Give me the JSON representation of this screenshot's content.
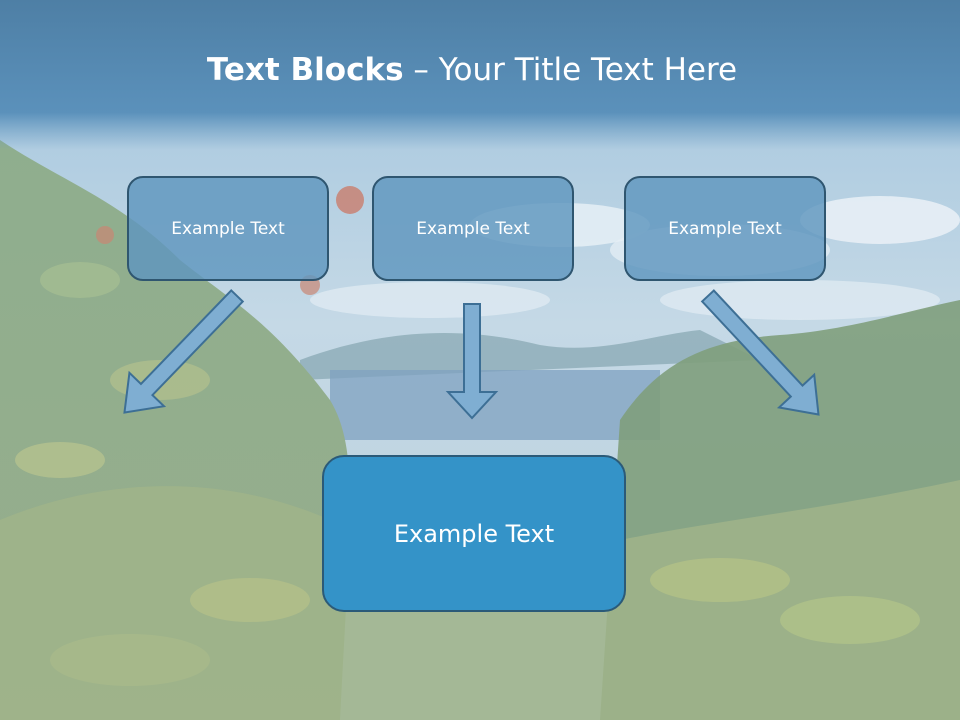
{
  "slide": {
    "title_bold": "Text Blocks",
    "title_dash": " – ",
    "title_rest": "Your Title Text Here"
  },
  "diagram": {
    "top_boxes": [
      {
        "label": "Example Text"
      },
      {
        "label": "Example Text"
      },
      {
        "label": "Example Text"
      }
    ],
    "center_box": {
      "label": "Example Text"
    }
  },
  "colors": {
    "title_band": "#4f86ae",
    "box_fill": "#6a9fc6",
    "box_border": "#2f5670",
    "center_fill": "#3493c8",
    "arrow_fill": "#7faed2",
    "arrow_stroke": "#3d6f95"
  }
}
